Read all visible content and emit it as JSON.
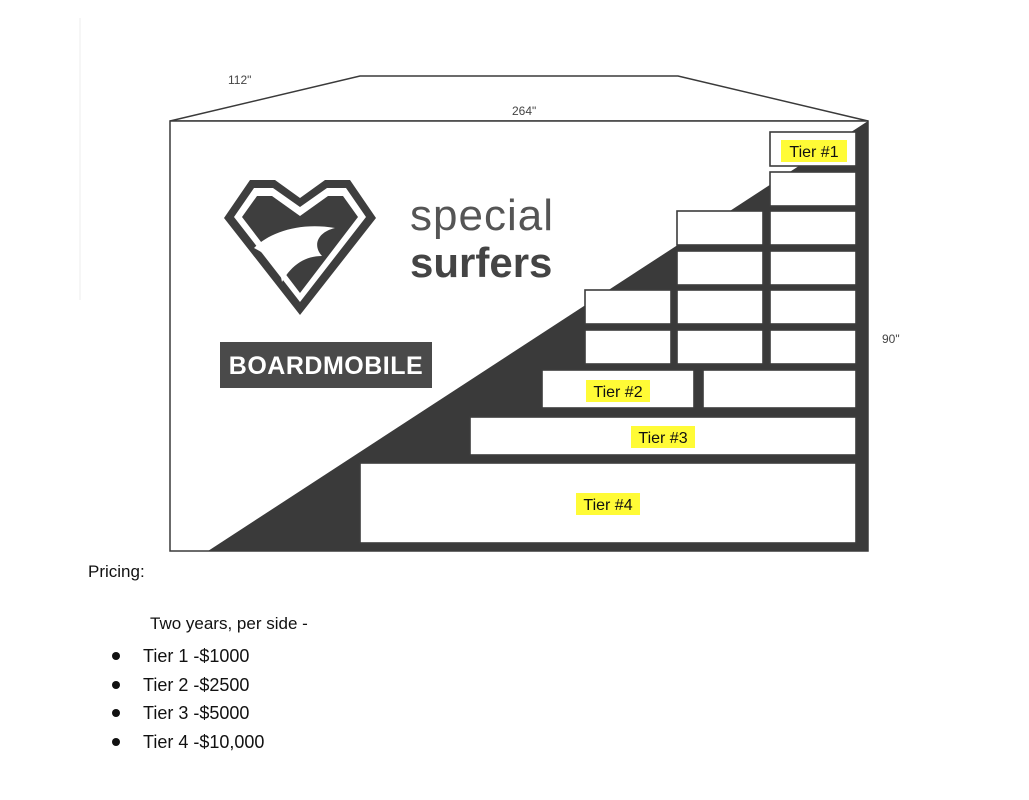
{
  "diagram": {
    "dimensions": {
      "top": "112\"",
      "width": "264\"",
      "height": "90\""
    },
    "brand": {
      "line1": "special",
      "line2": "surfers",
      "badge": "BOARDMOBILE"
    },
    "tiers": {
      "t1": "Tier #1",
      "t2": "Tier #2",
      "t3": "Tier #3",
      "t4": "Tier #4"
    }
  },
  "pricing": {
    "heading": "Pricing:",
    "subheading": "Two years, per side -",
    "items": [
      "Tier 1 -$1000",
      "Tier 2 -$2500",
      "Tier 3 -$5000",
      "Tier 4 -$10,000"
    ]
  }
}
